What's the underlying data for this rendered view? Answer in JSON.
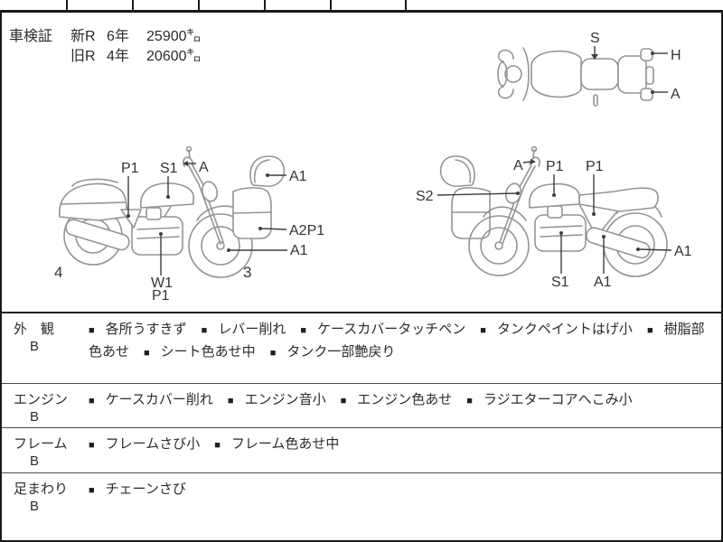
{
  "bullet_char": "■",
  "inspection": {
    "label": "車検証",
    "rows": [
      {
        "reg": "新R",
        "years": "6年",
        "mileage": "25900㌔"
      },
      {
        "reg": "旧R",
        "years": "4年",
        "mileage": "20600㌔"
      }
    ]
  },
  "diagram_labels": {
    "top": {
      "s": "S",
      "h": "H",
      "a": "A"
    },
    "left_bike": {
      "p1": "P1",
      "s1": "S1",
      "a": "A",
      "a1_top": "A1",
      "a2p1": "A2P1",
      "a1_front": "A1",
      "w1": "W1",
      "p1_under": "P1",
      "num_rear": "4",
      "num_front": "3"
    },
    "right_bike": {
      "s2": "S2",
      "a": "A",
      "p1_tank": "P1",
      "p1_frame": "P1",
      "a1_rear": "A1",
      "s1": "S1",
      "a1_arm": "A1"
    }
  },
  "sections": [
    {
      "name": "外　観",
      "grade": "B",
      "items": [
        "各所うすきず",
        "レバー削れ",
        "ケースカバータッチペン",
        "タンクペイントはげ小",
        "樹脂部色あせ",
        "シート色あせ中",
        "タンク一部艶戻り"
      ]
    },
    {
      "name": "エンジン",
      "grade": "B",
      "items": [
        "ケースカバー削れ",
        "エンジン音小",
        "エンジン色あせ",
        "ラジエターコアへこみ小"
      ]
    },
    {
      "name": "フレーム",
      "grade": "B",
      "items": [
        "フレームさび小",
        "フレーム色あせ中"
      ]
    },
    {
      "name": "足まわり",
      "grade": "B",
      "items": [
        "チェーンさび"
      ]
    }
  ]
}
